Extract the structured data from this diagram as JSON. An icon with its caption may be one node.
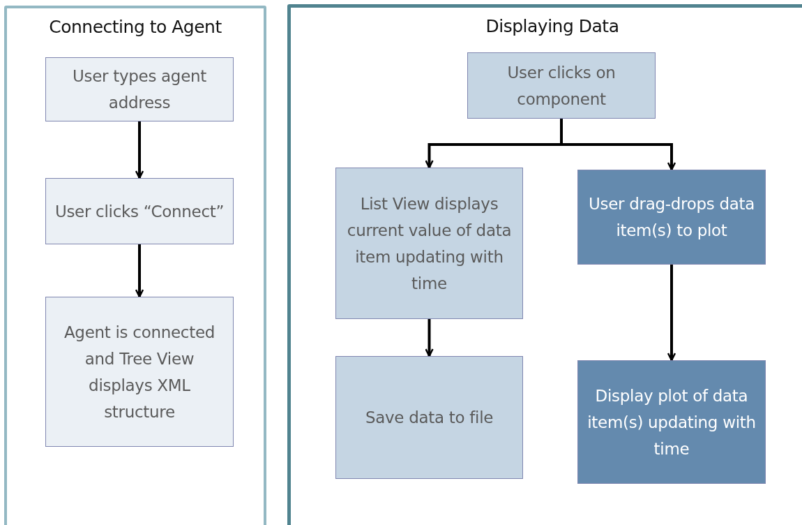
{
  "diagram": {
    "nodes": [
      {
        "text": [
          "Connecting to Agent"
        ]
      },
      {
        "text": [
          "User types agent address"
        ],
        "in": 0
      },
      {
        "text": [
          "User clicks “Connect”"
        ],
        "in": 0
      },
      {
        "text": [
          "Agent is connected and Tree View displays XML structure"
        ],
        "in": 0
      },
      {
        "text": [
          "Displaying Data"
        ]
      },
      {
        "text": [
          "User clicks on component"
        ],
        "in": 4
      },
      {
        "text": [
          "List View displays current value of data item updating with time"
        ],
        "in": 4
      },
      {
        "text": [
          "User drag-drops data item(s) to plot"
        ],
        "in": 4
      },
      {
        "text": [
          "Save data to file"
        ],
        "in": 4
      },
      {
        "text": [
          "Display plot of data item(s) updating with time"
        ],
        "in": 4
      }
    ],
    "edges": [
      {
        "from": 1,
        "to": 2,
        "arrow": "to"
      },
      {
        "from": 2,
        "to": 3,
        "arrow": "to"
      },
      {
        "from": 5,
        "to": 6,
        "arrow": "to"
      },
      {
        "from": 5,
        "to": 7,
        "arrow": "to"
      },
      {
        "from": 6,
        "to": 8,
        "arrow": "to"
      },
      {
        "from": 7,
        "to": 9,
        "arrow": "to"
      }
    ]
  }
}
